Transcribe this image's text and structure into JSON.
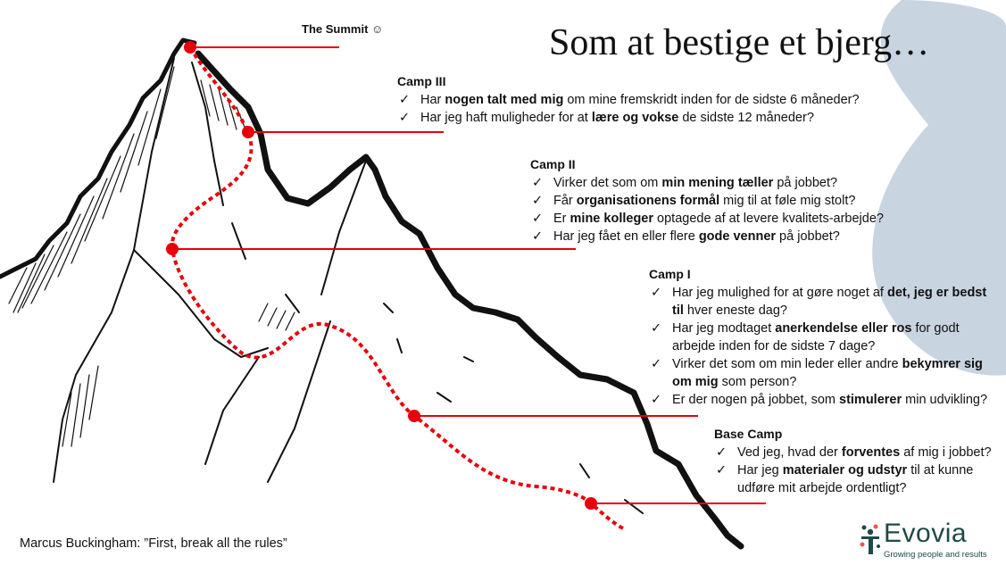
{
  "title": "Som at bestige et bjerg…",
  "summit_label": "The Summit ☺",
  "camps": [
    {
      "name": "Camp III",
      "items": [
        [
          {
            "t": "Har "
          },
          {
            "t": "nogen talt med mig",
            "b": true
          },
          {
            "t": " om mine fremskridt inden for de sidste 6 måneder?"
          }
        ],
        [
          {
            "t": "Har jeg haft muligheder for at "
          },
          {
            "t": "lære og vokse",
            "b": true
          },
          {
            "t": " de sidste 12 måneder?"
          }
        ]
      ]
    },
    {
      "name": "Camp II",
      "items": [
        [
          {
            "t": "Virker det som om "
          },
          {
            "t": "min mening tæller",
            "b": true
          },
          {
            "t": " på jobbet?"
          }
        ],
        [
          {
            "t": "Får "
          },
          {
            "t": "organisationens formål",
            "b": true
          },
          {
            "t": " mig til at føle mig stolt?"
          }
        ],
        [
          {
            "t": "Er "
          },
          {
            "t": "mine kolleger",
            "b": true
          },
          {
            "t": " optagede af at levere kvalitets-arbejde?"
          }
        ],
        [
          {
            "t": "Har jeg fået en eller flere "
          },
          {
            "t": "gode venner",
            "b": true
          },
          {
            "t": " på jobbet?"
          }
        ]
      ]
    },
    {
      "name": "Camp I",
      "items": [
        [
          {
            "t": "Har jeg mulighed for at gøre noget af "
          },
          {
            "t": "det, jeg er bedst til",
            "b": true
          },
          {
            "t": " hver eneste dag?"
          }
        ],
        [
          {
            "t": "Har jeg modtaget "
          },
          {
            "t": "anerkendelse eller ros",
            "b": true
          },
          {
            "t": " for godt arbejde inden for de sidste 7 dage?"
          }
        ],
        [
          {
            "t": "Virker det som om min leder eller andre "
          },
          {
            "t": "bekymrer sig om mig",
            "b": true
          },
          {
            "t": " som person?"
          }
        ],
        [
          {
            "t": "Er der nogen på jobbet, som "
          },
          {
            "t": "stimulerer",
            "b": true
          },
          {
            "t": " min udvikling?"
          }
        ]
      ]
    },
    {
      "name": "Base Camp",
      "items": [
        [
          {
            "t": "Ved jeg, hvad der "
          },
          {
            "t": "forventes",
            "b": true
          },
          {
            "t": " af mig i jobbet?"
          }
        ],
        [
          {
            "t": "Har jeg "
          },
          {
            "t": "materialer og udstyr",
            "b": true
          },
          {
            "t": " til at kunne udføre mit arbejde ordentligt?"
          }
        ]
      ]
    }
  ],
  "check_glyph": "✓",
  "quote": "Marcus Buckingham: ”First, break all the rules”",
  "logo": {
    "name": "Evovia",
    "tagline": "Growing people and results"
  },
  "colors": {
    "route": "#e8000b",
    "blob": "#c9d4e1",
    "brand": "#1d4a47",
    "brand_dot": "#f0584a"
  }
}
